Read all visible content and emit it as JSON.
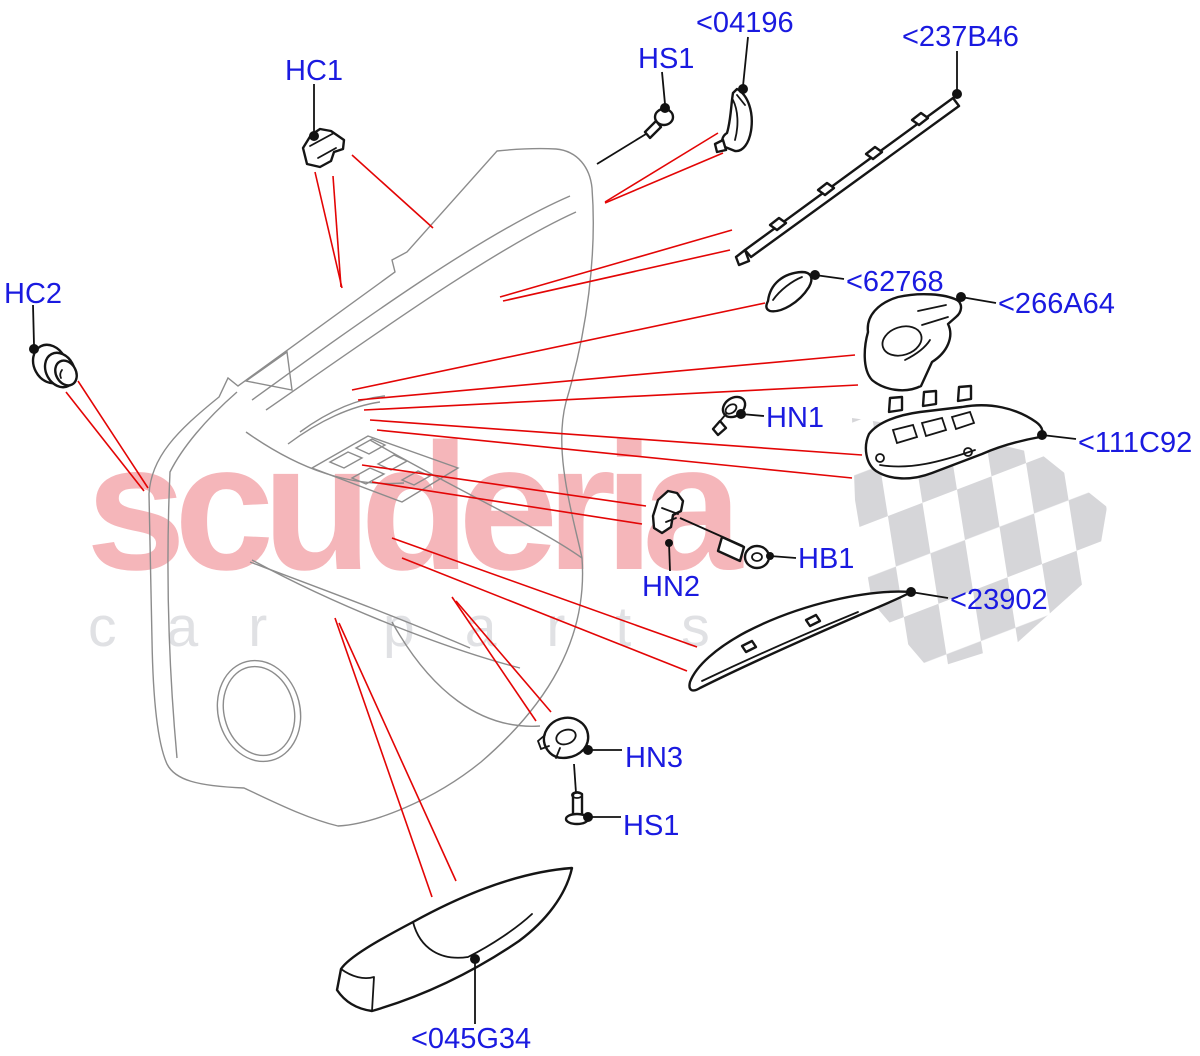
{
  "watermark": {
    "brand": "scuderia",
    "tagline": "car parts"
  },
  "part_labels": {
    "hc1": "HC1",
    "p04196": "<04196",
    "hs1_top": "HS1",
    "p237b46": "<237B46",
    "hc2": "HC2",
    "p62768": "<62768",
    "p266a64": "<266A64",
    "hn1": "HN1",
    "p111c92": "<111C92",
    "hn2": "HN2",
    "hb1": "HB1",
    "p23902": "<23902",
    "hn3": "HN3",
    "hs1_bottom": "HS1",
    "p045g34": "<045G34"
  },
  "colors": {
    "label_blue": "#1a1ae0",
    "callout_red": "#e30505",
    "watermark_pink": "#f5b6ba",
    "watermark_letter_gray": "#e0e1e4",
    "flag_gray": "#d6d6d9",
    "drawing_gray": "#8c8c8c",
    "part_black": "#151515",
    "background": "#ffffff"
  }
}
